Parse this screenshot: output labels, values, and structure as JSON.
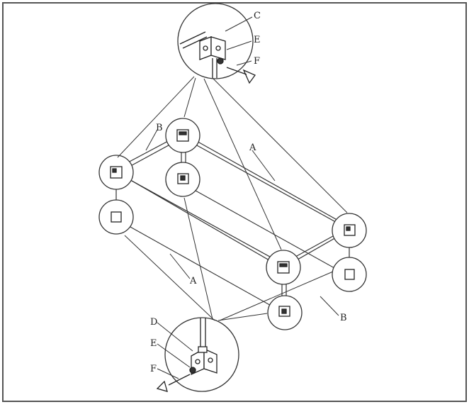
{
  "diagram": {
    "labels": {
      "C": "C",
      "E_top": "E",
      "F_top": "F",
      "B_top": "B",
      "A_top": "A",
      "A_bottom": "A",
      "B_bottom": "B",
      "D": "D",
      "E_bottom": "E",
      "F_bottom": "F"
    }
  }
}
